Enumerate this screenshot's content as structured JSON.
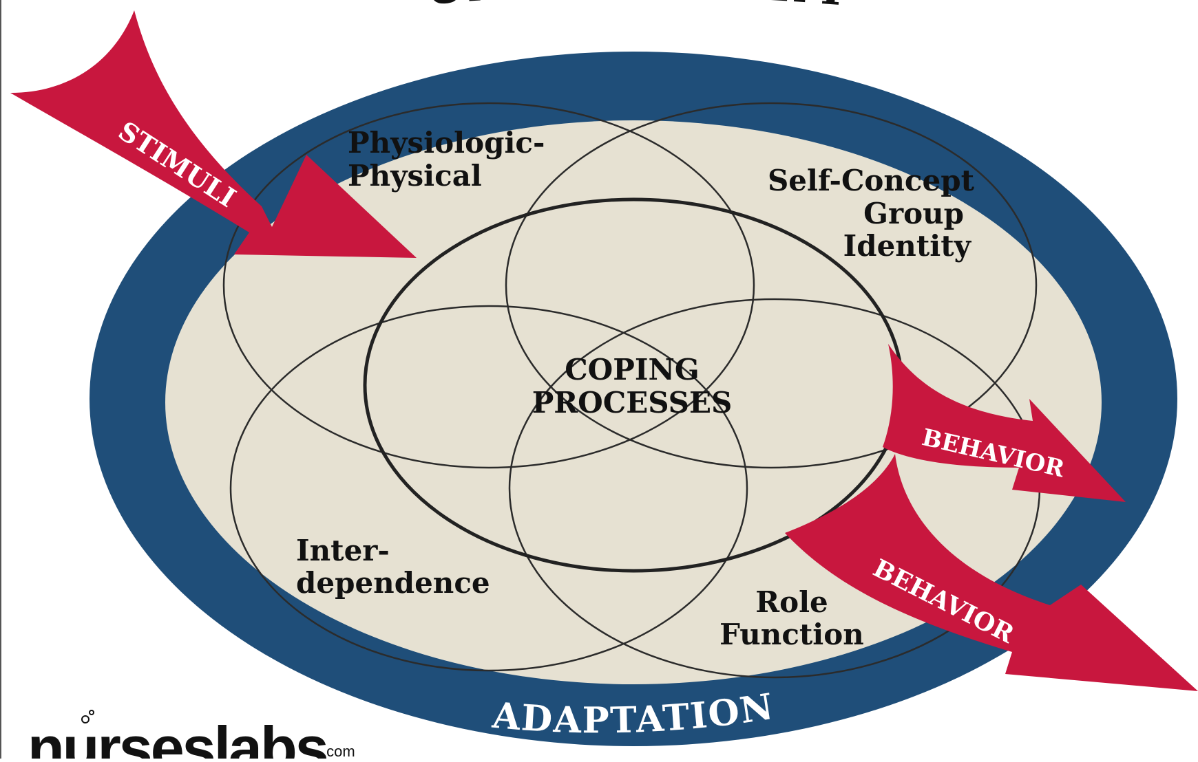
{
  "diagram": {
    "top_title_fragment": "HUMAN SYSTEMS",
    "ring_label": "ADAPTATION",
    "center_label_line1": "COPING",
    "center_label_line2": "PROCESSES",
    "modes": {
      "physiologic_line1": "Physiologic-",
      "physiologic_line2": "Physical",
      "self_concept_line1": "Self-Concept",
      "self_concept_line2": "Group",
      "self_concept_line3": "Identity",
      "interdependence_line1": "Inter-",
      "interdependence_line2": "dependence",
      "role_line1": "Role",
      "role_line2": "Function"
    },
    "arrows": {
      "input_label": "STIMULI",
      "output_label_1": "BEHAVIOR",
      "output_label_2": "BEHAVIOR"
    }
  },
  "branding": {
    "logo_text": "nurseslabs",
    "logo_suffix": ".com"
  },
  "colors": {
    "ring": "#1f4e79",
    "inner_fill": "#e6e1d2",
    "arrow": "#c8173e",
    "line": "#2b2b2b",
    "text": "#111111",
    "ring_text": "#ffffff"
  }
}
